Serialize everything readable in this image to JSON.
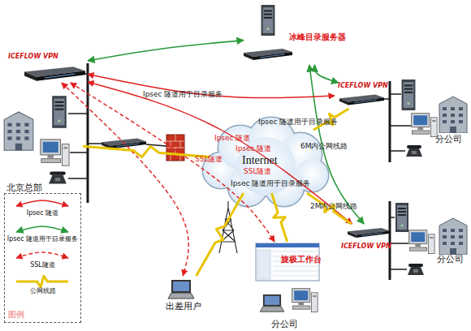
{
  "diagram": {
    "nodes": [
      {
        "text": [
          "冰峰目录服务器"
        ]
      },
      {
        "text": [
          "ICEFLOW VPN"
        ]
      },
      {
        "text": [
          "北京总部"
        ]
      },
      {
        "text": [
          "Internet"
        ]
      },
      {
        "text": [
          "ICEFLOW VPN"
        ]
      },
      {
        "text": [
          "分公司"
        ]
      },
      {
        "text": [
          "ICEFLOW VPN"
        ]
      },
      {
        "text": [
          "分公司"
        ]
      },
      {
        "text": [
          "出差用户"
        ]
      },
      {
        "text": [
          "旋极工作台"
        ]
      },
      {
        "text": [
          "分公司"
        ]
      }
    ],
    "edges": [
      {
        "from": 1,
        "to": 0,
        "arrow": "both",
        "label": "Ipsec 隧道用于目录服务"
      },
      {
        "from": 4,
        "to": 0,
        "arrow": "both",
        "label": "Ipsec 隧道用于目录服务"
      },
      {
        "from": 6,
        "to": 0,
        "arrow": "both",
        "label": "Ipsec 隧道用于目录服务"
      },
      {
        "from": 1,
        "to": 4,
        "arrow": "both",
        "label": "Ipsec 隧道"
      },
      {
        "from": 1,
        "to": 6,
        "arrow": "both",
        "label": "Ipsec 隧道"
      },
      {
        "from": 1,
        "to": 8,
        "arrow": "both",
        "label": "SSL隧道"
      },
      {
        "from": 1,
        "to": 9,
        "arrow": "both",
        "label": "SSL隧道"
      },
      {
        "from": 2,
        "to": 3,
        "arrow": "none"
      },
      {
        "from": 4,
        "to": 3,
        "arrow": "none",
        "label": "6M内公网线路"
      },
      {
        "from": 6,
        "to": 3,
        "arrow": "none",
        "label": "2M内公网线路"
      },
      {
        "from": 8,
        "to": 3,
        "arrow": "none"
      },
      {
        "from": 9,
        "to": 3,
        "arrow": "none"
      }
    ],
    "labels": [
      "图例"
    ],
    "legend": [
      {
        "text": "Ipsec 隧道"
      },
      {
        "text": "Ipsec 隧道用于目录服务"
      },
      {
        "text": "SSL隧道"
      },
      {
        "text": "公网线路"
      }
    ]
  }
}
